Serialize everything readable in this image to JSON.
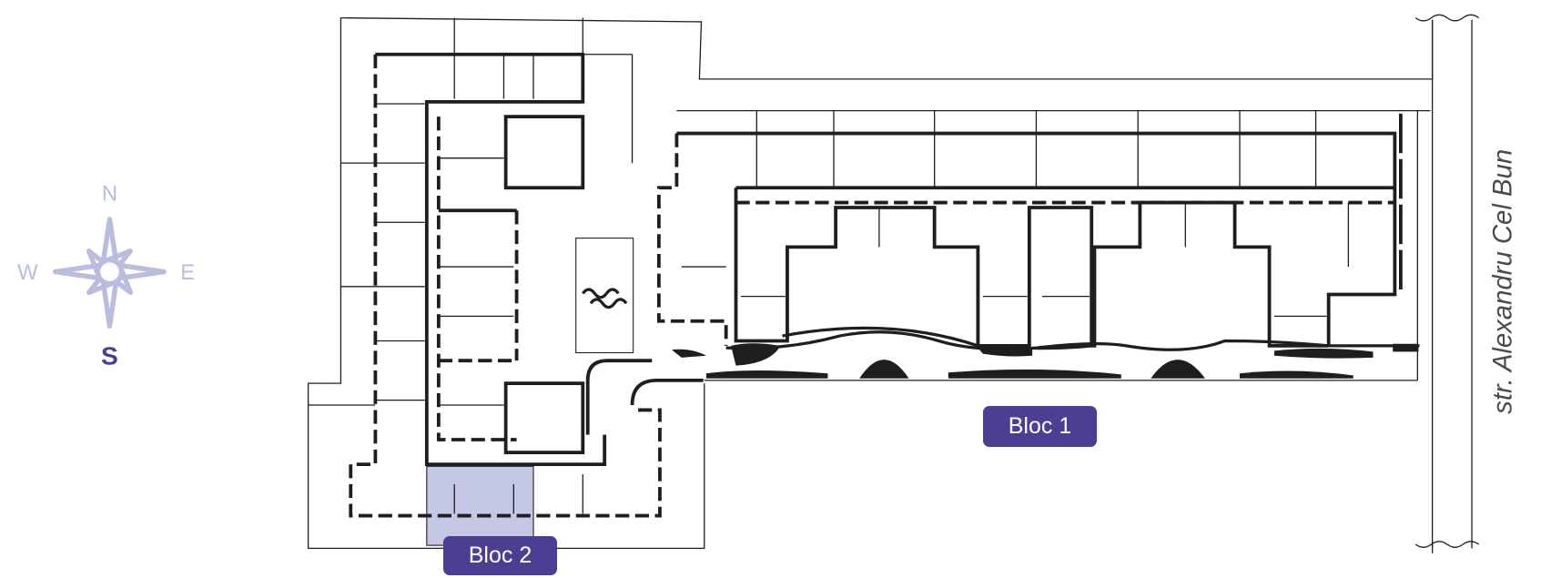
{
  "compass": {
    "north": "N",
    "south": "S",
    "east": "E",
    "west": "W",
    "icon": "compass-rose-icon"
  },
  "street": {
    "name": "str. Alexandru Cel Bun"
  },
  "buildings": [
    {
      "label": "Bloc 1",
      "selected": false
    },
    {
      "label": "Bloc 2",
      "selected": true
    }
  ],
  "pool_icon": "pool-waves-icon",
  "colors": {
    "accent": "#4b3f94",
    "highlight": "#c5c8e4",
    "compass": "#b9bde0",
    "wall": "#1e1e1e"
  }
}
